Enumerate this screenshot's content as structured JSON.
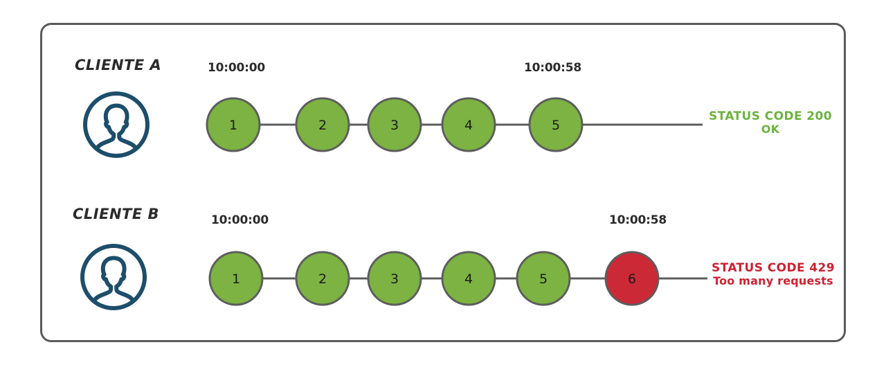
{
  "diagram": {
    "title": "rate-limiting-request-chain",
    "colors": {
      "node_ok_fill": "#7cb342",
      "node_ok_stroke": "#5d5d5d",
      "node_error_fill": "#cc2936",
      "node_error_stroke": "#5d5d5d",
      "connector": "#5d5d5d",
      "avatar": "#1d4e6b",
      "panel_border": "#5a5a5a",
      "status_ok_text": "#6cb33f",
      "status_error_text": "#cc2233",
      "label_text": "#2b2b2b"
    },
    "rows": [
      {
        "client_label": "CLIENTE A",
        "avatar_icon": "user-avatar-icon",
        "start_time": "10:00:00",
        "end_time": "10:00:58",
        "nodes": [
          {
            "number": "1",
            "state": "ok"
          },
          {
            "number": "2",
            "state": "ok"
          },
          {
            "number": "3",
            "state": "ok"
          },
          {
            "number": "4",
            "state": "ok"
          },
          {
            "number": "5",
            "state": "ok"
          }
        ],
        "status": {
          "line1": "STATUS CODE 200",
          "line2": "OK",
          "state": "ok"
        }
      },
      {
        "client_label": "CLIENTE B",
        "avatar_icon": "user-avatar-icon",
        "start_time": "10:00:00",
        "end_time": "10:00:58",
        "nodes": [
          {
            "number": "1",
            "state": "ok"
          },
          {
            "number": "2",
            "state": "ok"
          },
          {
            "number": "3",
            "state": "ok"
          },
          {
            "number": "4",
            "state": "ok"
          },
          {
            "number": "5",
            "state": "ok"
          },
          {
            "number": "6",
            "state": "error"
          }
        ],
        "status": {
          "line1": "STATUS CODE 429",
          "line2": "Too many requests",
          "state": "error"
        }
      }
    ]
  }
}
